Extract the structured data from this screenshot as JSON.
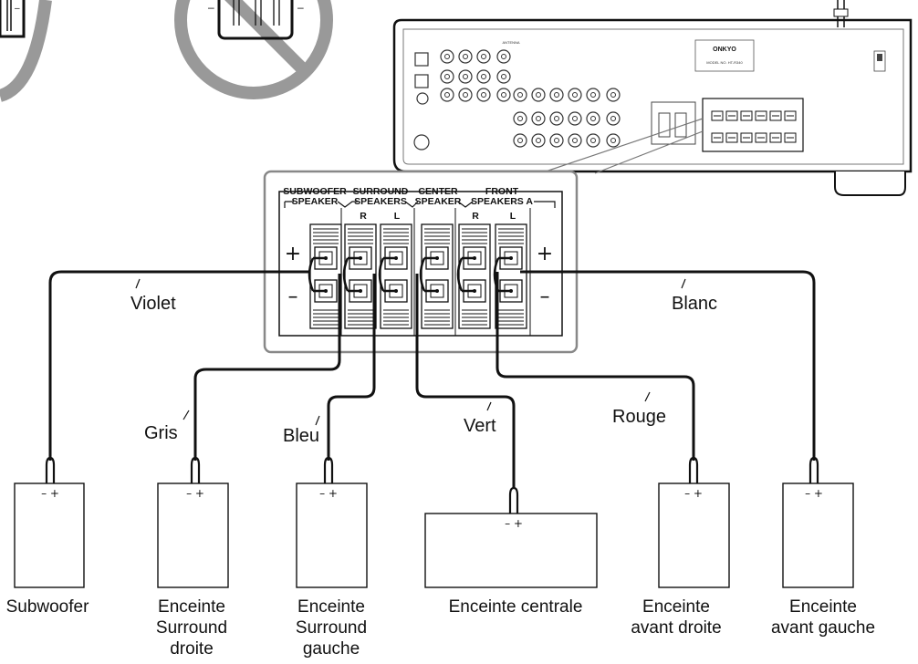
{
  "wires": {
    "subwoofer": "Violet",
    "surround_right": "Gris",
    "surround_left": "Bleu",
    "center": "Vert",
    "front_right": "Rouge",
    "front_left": "Blanc"
  },
  "speakers": {
    "subwoofer": [
      "Subwoofer"
    ],
    "surround_right": [
      "Enceinte",
      "Surround",
      "droite"
    ],
    "surround_left": [
      "Enceinte",
      "Surround",
      "gauche"
    ],
    "center": [
      "Enceinte centrale"
    ],
    "front_right": [
      "Enceinte",
      "avant droite"
    ],
    "front_left": [
      "Enceinte",
      "avant gauche"
    ]
  },
  "terminal_panel": {
    "subwoofer": [
      "SUBWOOFER",
      "SPEAKER"
    ],
    "surround": [
      "SURROUND",
      "SPEAKERS"
    ],
    "center": [
      "CENTER",
      "SPEAKER"
    ],
    "front": [
      "FRONT",
      "SPEAKERS A"
    ],
    "right": "R",
    "left": "L",
    "plus": "+",
    "minus": "–"
  },
  "polarity_mark": "– +",
  "receiver": {
    "brand": "ONKYO",
    "model": "MODEL NO. HT-R340",
    "antenna": "ANTENNA"
  }
}
